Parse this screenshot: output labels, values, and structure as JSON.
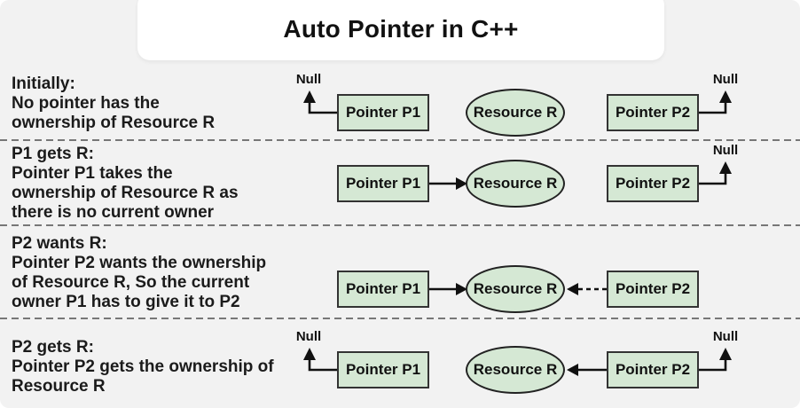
{
  "title": "Auto Pointer in C++",
  "shape_labels": {
    "p1": "Pointer P1",
    "p2": "Pointer P2",
    "resource": "Resource R",
    "null_label": "Null"
  },
  "colors": {
    "background": "#f2f2f2",
    "title_card": "#ffffff",
    "node_fill": "#d5e8d4",
    "node_border": "#333333",
    "arrow": "#111111",
    "divider": "#777777",
    "text": "#1b1b1b"
  },
  "rows": [
    {
      "description": "Initially:\nNo pointer has the\nownership of Resource R",
      "p1_points_to": "Null",
      "p2_points_to": "Null"
    },
    {
      "description": "P1 gets R:\nPointer P1 takes the\nownership of Resource R as\nthere is no current owner",
      "p1_points_to": "Resource R",
      "p2_points_to": "Null"
    },
    {
      "description": "P2 wants R:\nPointer P2 wants the ownership\nof Resource R, So the current\nowner P1 has to give it to P2",
      "p1_points_to": "Resource R",
      "p2_points_to": "Resource R (dashed request)"
    },
    {
      "description": "P2 gets R:\nPointer P2 gets the ownership of\nResource R",
      "p1_points_to": "Null",
      "p2_points_to": "Resource R"
    }
  ]
}
